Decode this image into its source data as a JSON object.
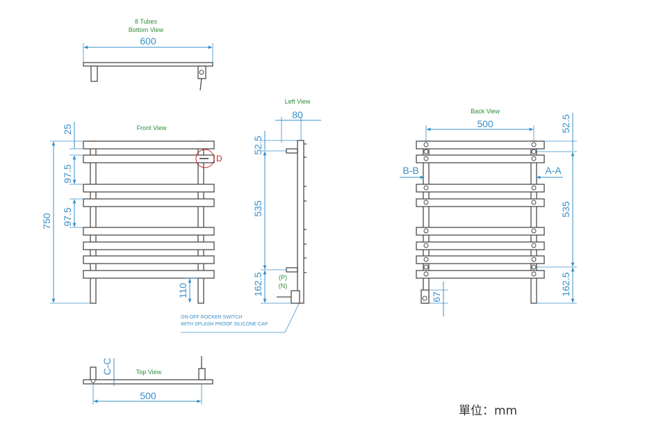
{
  "views": {
    "bottom": {
      "title_line1": "8 Tubes",
      "title_line2": "Bottom View",
      "dim_width": "600"
    },
    "front": {
      "title": "Front View",
      "dim_top": "25",
      "dim_spacing_1": "97.5",
      "dim_spacing_2": "97.5",
      "dim_height": "750",
      "dim_leg": "110",
      "detail_marker": "D"
    },
    "left": {
      "title": "Left View",
      "dim_depth": "80",
      "dim_top": "52.5",
      "dim_center": "535",
      "dim_bottom": "162.5",
      "terminal_p": "(P)",
      "terminal_n": "(N)"
    },
    "back": {
      "title": "Back View",
      "dim_width": "500",
      "dim_top": "52.5",
      "dim_center": "535",
      "dim_bottom": "162.5",
      "dim_switch": "67",
      "section_b": "B-B",
      "section_a": "A-A"
    },
    "top": {
      "title": "Top View",
      "dim_width": "500",
      "section_c": "C-C"
    }
  },
  "note": {
    "line1": "ON-OFF ROCKER SWITCH",
    "line2": "WITH SPLASH PROOF SILICONE CAP"
  },
  "unit_label": "單位：mm",
  "colors": {
    "dimension": "#3a8fc8",
    "view_title": "#2f8d3a",
    "outline": "#4a4a4a",
    "detail": "#cc2222"
  }
}
